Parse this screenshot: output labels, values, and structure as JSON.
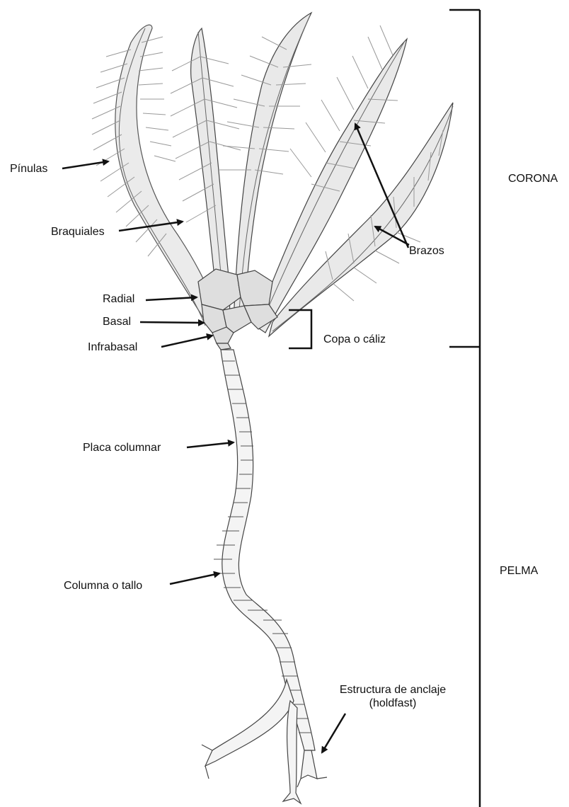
{
  "labels": {
    "pinulas": "Pínulas",
    "braquiales": "Braquiales",
    "radial": "Radial",
    "basal": "Basal",
    "infrabasal": "Infrabasal",
    "brazos": "Brazos",
    "copa": "Copa o cáliz",
    "placa_columnar": "Placa columnar",
    "columna": "Columna o tallo",
    "anclaje_line1": "Estructura de anclaje",
    "anclaje_line2": "(holdfast)"
  },
  "regions": {
    "corona": "CORONA",
    "pelma": "PELMA"
  },
  "colors": {
    "ink": "#111111",
    "arm_fill": "#e9e9e9",
    "plate_fill": "#dedede",
    "stem_fill": "#f4f4f4"
  }
}
